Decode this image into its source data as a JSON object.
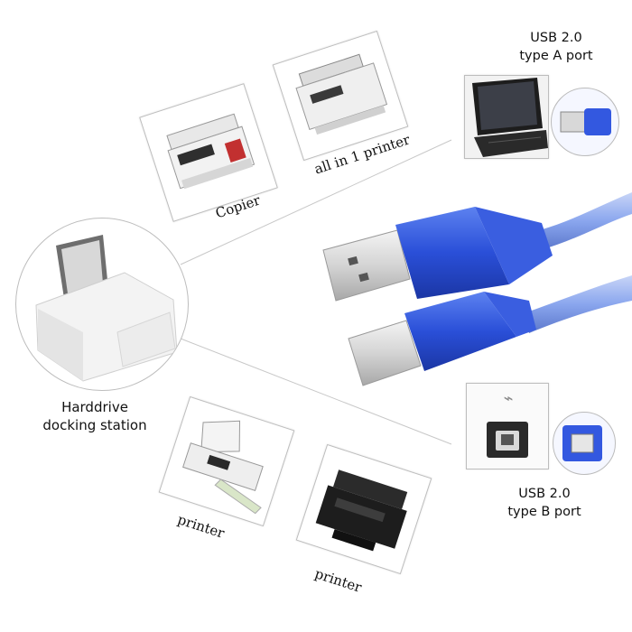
{
  "ports": {
    "type_a": {
      "line1": "USB 2.0",
      "line2": "type A port"
    },
    "type_b": {
      "line1": "USB 2.0",
      "line2": "type B port"
    }
  },
  "dock": {
    "line1": "Harddrive",
    "line2": "docking station"
  },
  "devices": {
    "copier": "Copier",
    "all_in_one": "all in 1 printer",
    "printer_inkjet": "printer",
    "printer_laser": "printer"
  },
  "colors": {
    "cable_blue": "#2d4fd6",
    "cable_light": "#8aa6ee",
    "frame": "#bdbdbd"
  }
}
